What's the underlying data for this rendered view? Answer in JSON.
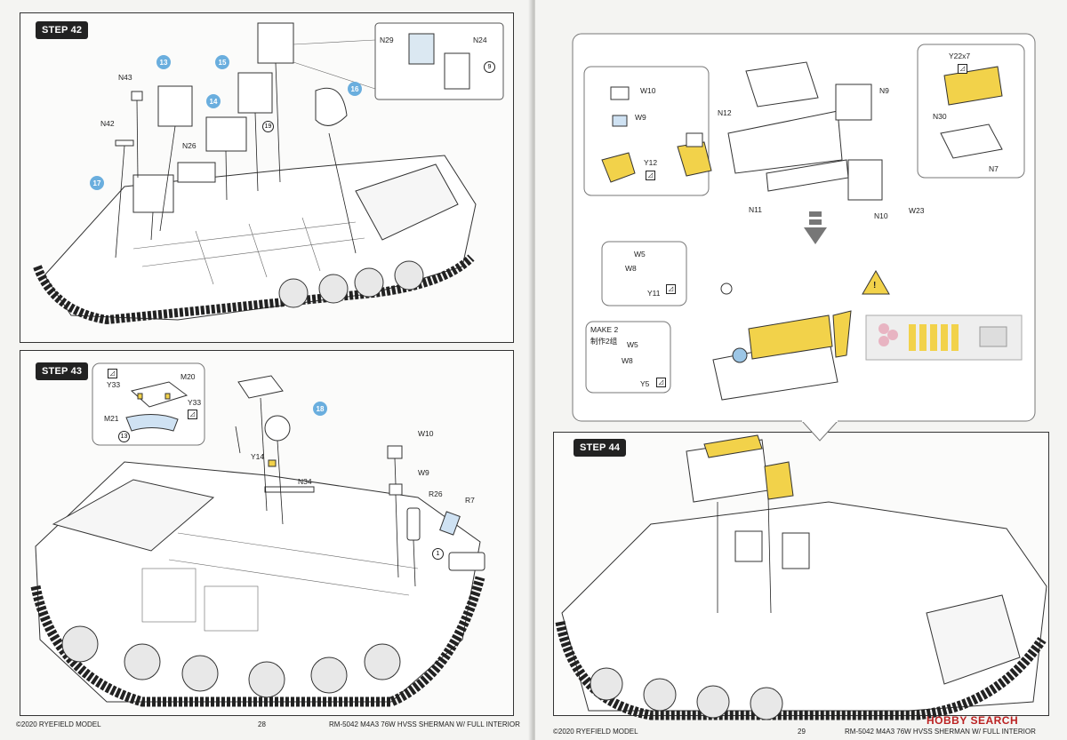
{
  "left_page": {
    "step42": {
      "title": "STEP 42",
      "parts": [
        "N43",
        "N42",
        "N26",
        "N29",
        "N24"
      ],
      "bubbles": [
        "13",
        "15",
        "14",
        "16",
        "17"
      ],
      "circled": [
        "9",
        "19"
      ]
    },
    "step43": {
      "title": "STEP 43",
      "parts": [
        "Y33",
        "M20",
        "Y33",
        "M21",
        "Y14",
        "N34",
        "W10",
        "W9",
        "R26",
        "R7"
      ],
      "bubbles": [
        "18"
      ],
      "circled": [
        "13",
        "1"
      ]
    },
    "footer": {
      "copyright": "©2020 RYEFIELD MODEL",
      "page_number": "28",
      "product": "RM-5042  M4A3 76W HVSS SHERMAN W/ FULL INTERIOR"
    }
  },
  "right_page": {
    "step44": {
      "title": "STEP 44",
      "parts": [
        "W10",
        "W9",
        "Y12",
        "N12",
        "N9",
        "N11",
        "N10",
        "W23",
        "Y22x7",
        "N30",
        "N7",
        "W5",
        "W8",
        "Y11",
        "W5",
        "W8",
        "Y5"
      ],
      "make_note": "MAKE 2",
      "make_note_cn": "制作2组"
    },
    "footer": {
      "copyright": "©2020 RYEFIELD MODEL",
      "page_number": "29",
      "product": "RM-5042  M4A3 76W HVSS SHERMAN W/ FULL INTERIOR"
    },
    "watermark": "HOBBY SEARCH"
  },
  "colors": {
    "accent_blue": "#6aaede",
    "yellow": "#f2d24a",
    "frame": "#333333"
  }
}
